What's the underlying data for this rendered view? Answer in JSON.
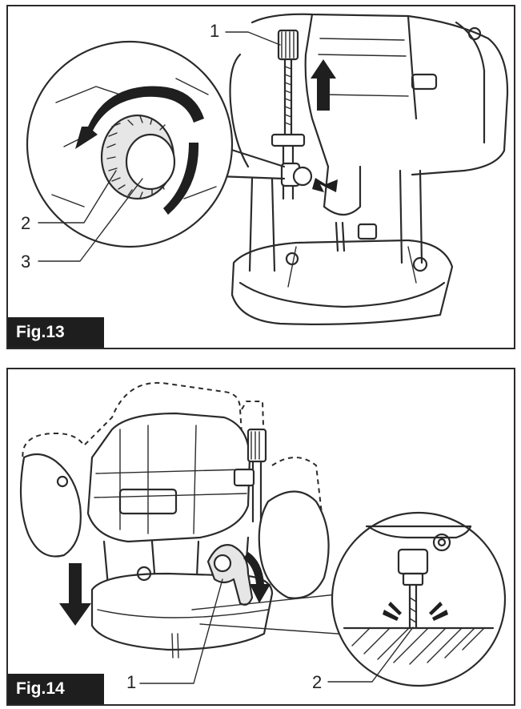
{
  "figures": [
    {
      "label": "Fig.13",
      "callouts": [
        "1",
        "2",
        "3"
      ],
      "arrow_icons": [
        "arrow-up-icon",
        "arrow-left-icon",
        "arrow-counterclockwise-icon"
      ]
    },
    {
      "label": "Fig.14",
      "callouts": [
        "1",
        "2"
      ],
      "arrow_icons": [
        "arrow-down-icon",
        "arrow-rotate-icon"
      ]
    }
  ],
  "colors": {
    "ink": "#2b2b2b",
    "label_bg": "#1e1e1e",
    "label_text": "#ffffff"
  }
}
